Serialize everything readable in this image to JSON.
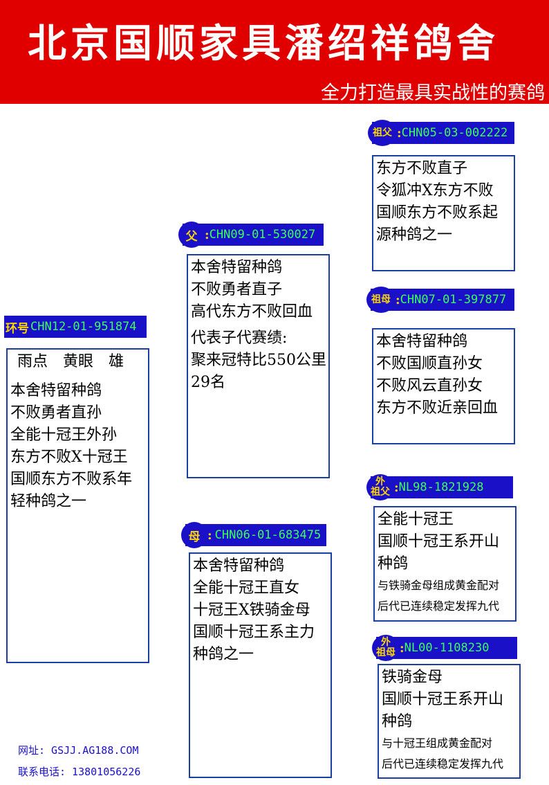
{
  "header": {
    "title": "北京国顺家具潘绍祥鸽舍",
    "slogan": "全力打造最具实战性的赛鸽"
  },
  "self": {
    "label": "环号",
    "ring": "CHN12-01-951874",
    "attrs": "雨点　黄眼　雄",
    "lines": [
      "本舍特留种鸽",
      "不败勇者直孙",
      "全能十冠王外孙",
      "东方不败X十冠王",
      "国顺东方不败系年",
      "轻种鸽之一"
    ]
  },
  "father": {
    "label": "父",
    "ring": "CHN09-01-530027",
    "lines": [
      "本舍特留种鸽",
      "不败勇者直子",
      "高代东方不败回血"
    ],
    "lines2": [
      "代表子代赛绩:",
      "聚来冠特比550公里",
      "29名"
    ]
  },
  "mother": {
    "label": "母",
    "ring": "CHN06-01-683475",
    "lines": [
      "本舍特留种鸽",
      "全能十冠王直女",
      "十冠王X铁骑金母",
      "国顺十冠王系主力",
      "种鸽之一"
    ]
  },
  "pgf": {
    "label": "祖父",
    "ring": "CHN05-03-002222",
    "lines": [
      "东方不败直子",
      "令狐冲X东方不败",
      "国顺东方不败系起",
      "源种鸽之一"
    ]
  },
  "pgm": {
    "label": "祖母",
    "ring": "CHN07-01-397877",
    "lines": [
      "本舍特留种鸽",
      "不败国顺直孙女",
      "不败风云直孙女",
      "东方不败近亲回血"
    ]
  },
  "mgf": {
    "label_top": "外",
    "label_bottom": "祖父",
    "ring": "NL98-1821928",
    "lines": [
      "全能十冠王",
      "国顺十冠王系开山",
      "种鸽"
    ],
    "small_lines": [
      "与铁骑金母组成黄金配对",
      "后代已连续稳定发挥九代"
    ]
  },
  "mgm": {
    "label_top": "外",
    "label_bottom": "祖母",
    "ring": "NL00-1108230",
    "lines": [
      "铁骑金母",
      "国顺十冠王系开山",
      "种鸽"
    ],
    "small_lines": [
      "与十冠王组成黄金配对",
      "后代已连续稳定发挥九代"
    ]
  },
  "contact": {
    "website": "网址: GSJJ.AG188.COM",
    "phone": "联系电话: 13801056226"
  },
  "colors": {
    "header": "#e00000",
    "tag": "#1a10c8",
    "ring_text": "#3cff5a",
    "label": "#ffd700",
    "border": "#1a3fa0"
  }
}
